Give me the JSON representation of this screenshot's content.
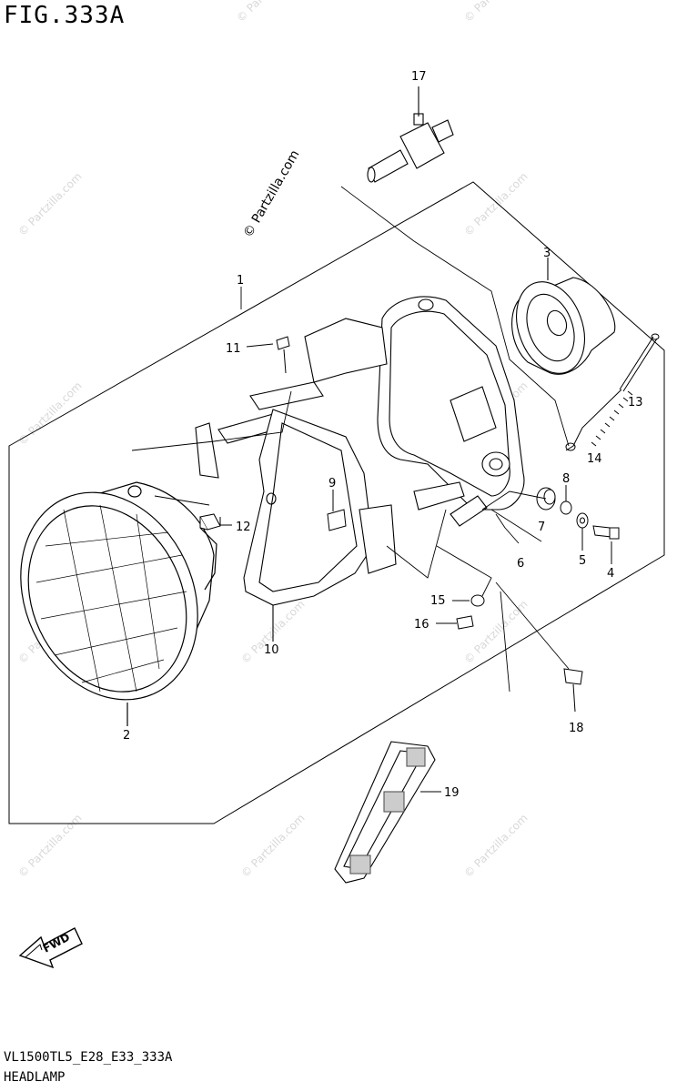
{
  "figure": {
    "title": "FIG.333A",
    "code": "VL1500TL5_E28_E33_333A",
    "name": "HEADLAMP"
  },
  "copyright_text": "© Partzilla.com",
  "watermark_text": "© Partzilla.com",
  "fwd_label": "FWD",
  "callouts": [
    "1",
    "2",
    "3",
    "4",
    "5",
    "6",
    "7",
    "8",
    "9",
    "10",
    "11",
    "12",
    "13",
    "14",
    "15",
    "16",
    "17",
    "18",
    "19"
  ]
}
